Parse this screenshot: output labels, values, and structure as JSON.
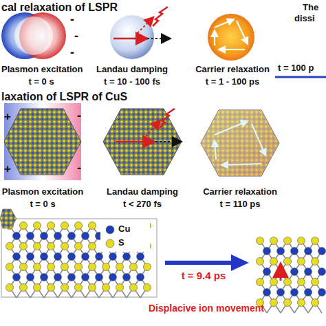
{
  "diagram": {
    "labels": [
      "cal relaxation of LSPR",
      "-",
      "-",
      "-",
      "Plasmon excitation",
      "t = 0 s",
      "Landau damping",
      "t = 10 - 100 fs",
      "Carrier relaxation",
      "t = 1 - 100 ps",
      "The",
      "dissi",
      "t = 100 p",
      "laxation of LSPR of CuS",
      "+",
      "+",
      "-",
      "-",
      "Plasmon excitation",
      "t = 0 s",
      "Landau damping",
      "t < 270 fs",
      "Carrier relaxation",
      "t = 110 ps",
      "t = 9.4 ps",
      "Displacive ion movement"
    ],
    "legend": [
      {
        "text": "Cu",
        "color": "#1d3fb8"
      },
      {
        "text": "S",
        "color": "#e6dc22"
      }
    ]
  }
}
